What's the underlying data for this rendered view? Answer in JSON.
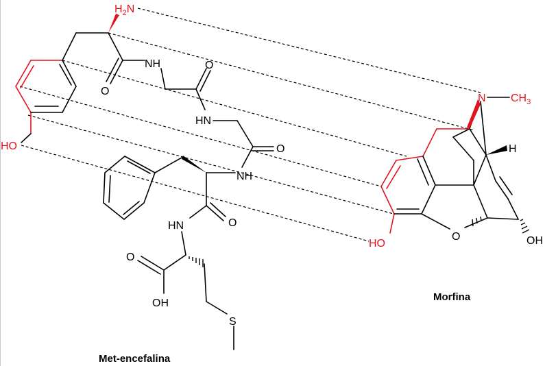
{
  "colors": {
    "pharmacophore": "#e0141e",
    "skeleton": "#000000",
    "background": "#ffffff"
  },
  "labels": {
    "enkephalin_name": "Met-encefalina",
    "morphine_name": "Morfina"
  },
  "enkephalin_atoms": {
    "amine": "H2N",
    "amine_h": "H",
    "amine_sub": "2",
    "amine_n": "N",
    "tyr_oh": "HO",
    "tyr_co_o": "O",
    "nh1": "NH",
    "gly1_o": "O",
    "hn2": "HN",
    "gly2_o": "O",
    "nh3": "NH",
    "hn4": "HN",
    "phe_co_o": "O",
    "met_acid_o": "O",
    "met_acid_oh": "OH",
    "sulfur": "S"
  },
  "morphine_atoms": {
    "n": "N",
    "methyl": "CH3",
    "methyl_c": "CH",
    "methyl_sub": "3",
    "h": "H",
    "phenol_oh": "HO",
    "ether_o": "O",
    "allylic_oh": "OH"
  }
}
